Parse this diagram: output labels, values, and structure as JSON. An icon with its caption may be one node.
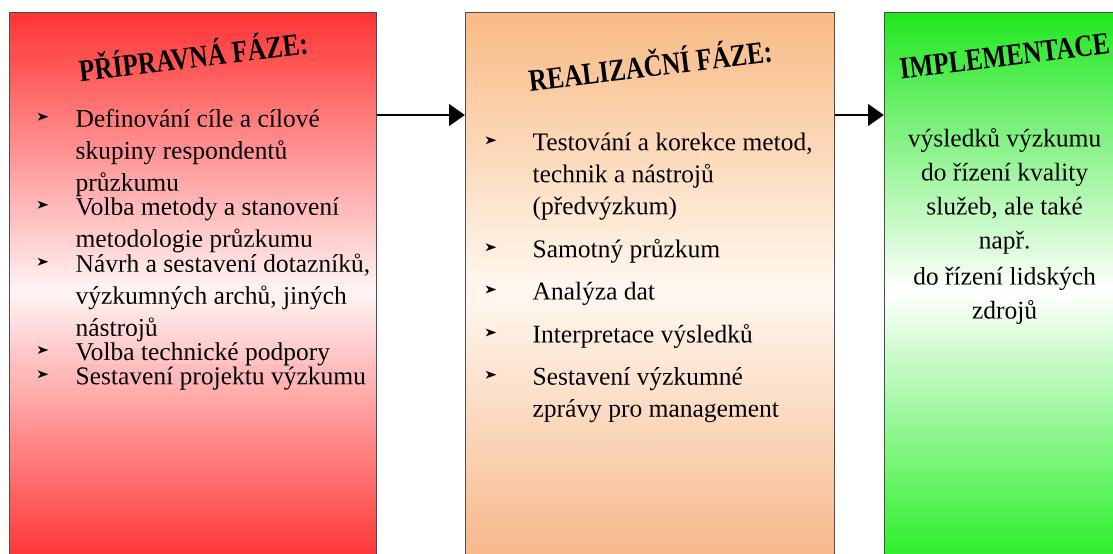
{
  "diagram": {
    "nodes": [
      {
        "text": [
          "PŘÍPRAVNÁ FÁZE:",
          "Definování cíle a cílové skupiny respondentů průzkumu",
          "Volba metody a stanovení metodologie průzkumu",
          "Návrh a sestavení dotazníků, výzkumných archů, jiných nástrojů",
          "Volba technické podpory",
          "Sestavení projektu výzkumu"
        ]
      },
      {
        "text": [
          "REALIZAČNÍ FÁZE:",
          "Testování a korekce metod, technik a nástrojů (předvýzkum)",
          "Samotný průzkum",
          "Analýza dat",
          "Interpretace výsledků",
          "Sestavení výzkumné zprávy pro management"
        ]
      },
      {
        "text": [
          "IMPLEMENTACE",
          "výsledků výzkumu do řízení kvality služeb, ale také např.",
          "do řízení lidských zdrojů"
        ]
      }
    ],
    "edges": [
      {
        "from": 0,
        "to": 1,
        "arrow": "to"
      },
      {
        "from": 1,
        "to": 2,
        "arrow": "to"
      }
    ]
  }
}
